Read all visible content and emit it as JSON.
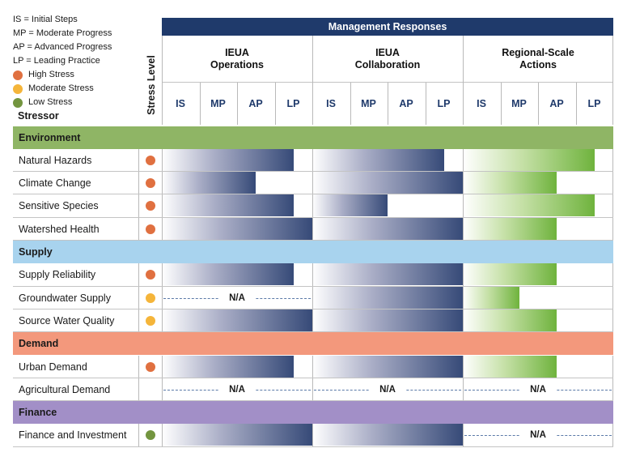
{
  "legend": {
    "abbreviations": [
      "IS = Initial Steps",
      "MP = Moderate Progress",
      "AP = Advanced Progress",
      "LP = Leading Practice"
    ],
    "stress_levels": [
      {
        "label": "High Stress",
        "color": "#e07040"
      },
      {
        "label": "Moderate Stress",
        "color": "#f5b53a"
      },
      {
        "label": "Low Stress",
        "color": "#73953f"
      }
    ]
  },
  "headers": {
    "stressor": "Stressor",
    "stress_level": "Stress Level",
    "management_responses": "Management Responses",
    "groups": [
      {
        "line1": "IEUA",
        "line2": "Operations"
      },
      {
        "line1": "IEUA",
        "line2": "Collaboration"
      },
      {
        "line1": "Regional-Scale",
        "line2": "Actions"
      }
    ],
    "levels": [
      "IS",
      "MP",
      "AP",
      "LP"
    ]
  },
  "na_label": "N/A",
  "colors": {
    "header_bar": "#1f3a6b",
    "ieua_bar": "#364a78",
    "regional_bar": "#6fb33d"
  },
  "chart_data": {
    "type": "table",
    "sections": [
      {
        "name": "Environment",
        "color": "#8fb565",
        "rows": [
          {
            "stressor": "Natural Hazards",
            "stress": "High",
            "operations": 3.5,
            "collaboration": 3.5,
            "regional": 3.5
          },
          {
            "stressor": "Climate Change",
            "stress": "High",
            "operations": 2.5,
            "collaboration": 4,
            "regional": 2.5
          },
          {
            "stressor": "Sensitive Species",
            "stress": "High",
            "operations": 3.5,
            "collaboration": 2,
            "regional": 3.5
          },
          {
            "stressor": "Watershed Health",
            "stress": "High",
            "operations": 4,
            "collaboration": 4,
            "regional": 2.5
          }
        ]
      },
      {
        "name": "Supply",
        "color": "#a8d3ee",
        "rows": [
          {
            "stressor": "Supply Reliability",
            "stress": "High",
            "operations": 3.5,
            "collaboration": 4,
            "regional": 2.5
          },
          {
            "stressor": "Groundwater Supply",
            "stress": "Moderate",
            "operations": null,
            "collaboration": 4,
            "regional": 1.5
          },
          {
            "stressor": "Source Water Quality",
            "stress": "Moderate",
            "operations": 4,
            "collaboration": 4,
            "regional": 2.5
          }
        ]
      },
      {
        "name": "Demand",
        "color": "#f3987c",
        "rows": [
          {
            "stressor": "Urban Demand",
            "stress": "High",
            "operations": 3.5,
            "collaboration": 4,
            "regional": 2.5
          },
          {
            "stressor": "Agricultural Demand",
            "stress": "",
            "operations": null,
            "collaboration": null,
            "regional": null
          }
        ]
      },
      {
        "name": "Finance",
        "color": "#a28fc7",
        "rows": [
          {
            "stressor": "Finance and Investment",
            "stress": "Low",
            "operations": 4,
            "collaboration": 4,
            "regional": null
          }
        ]
      }
    ]
  }
}
